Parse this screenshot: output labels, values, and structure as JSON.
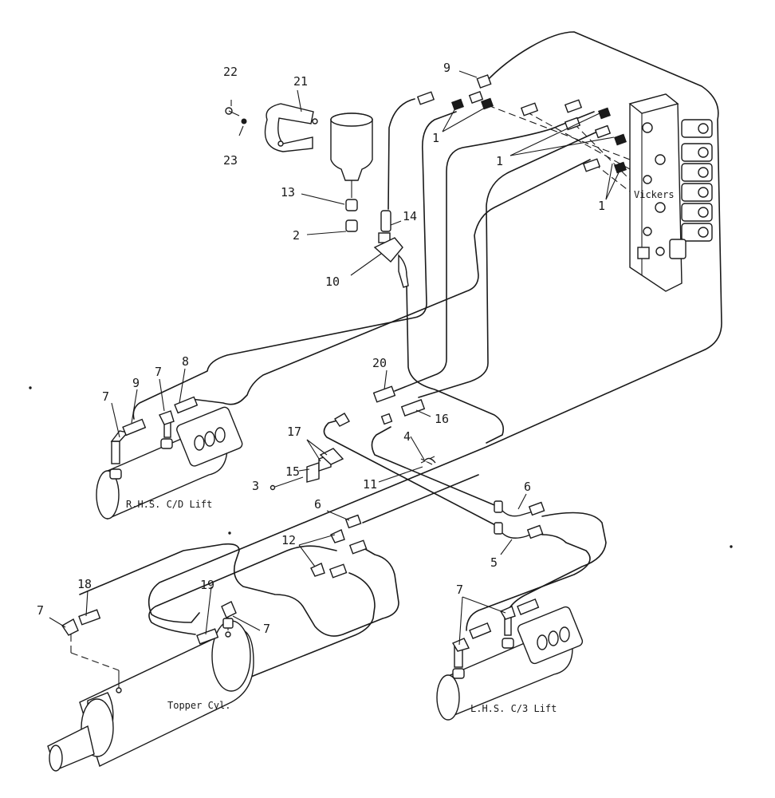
{
  "figure": {
    "captions": {
      "vickers": "Vickers",
      "rhs_lift": "R.H.S. C/D Lift",
      "lhs_lift": "L.H.S. C/3 Lift",
      "topper": "Topper Cyl."
    },
    "part_numbers": {
      "p22": "22",
      "p21": "21",
      "p23": "23",
      "p9a": "9",
      "p9b": "9",
      "p1a": "1",
      "p1b": "1",
      "p1c": "1",
      "p13": "13",
      "p14": "14",
      "p2": "2",
      "p10": "10",
      "p20": "20",
      "p16": "16",
      "p4": "4",
      "p11": "11",
      "p17": "17",
      "p15": "15",
      "p3": "3",
      "p7a": "7",
      "p8": "8",
      "p7b": "7",
      "p6a": "6",
      "p6b": "6",
      "p5": "5",
      "p12": "12",
      "p18": "18",
      "p7c": "7",
      "p19": "19",
      "p7d": "7",
      "p7e": "7"
    }
  }
}
